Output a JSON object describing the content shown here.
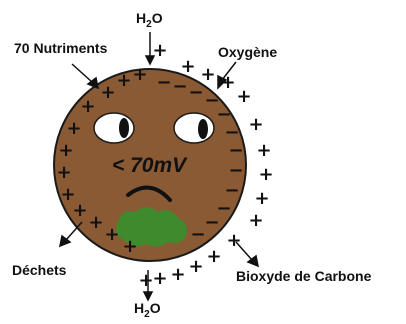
{
  "labels": {
    "nutrients": "70 Nutriments",
    "oxygen": "Oxygène",
    "waste": "Déchets",
    "co2": "Bioxyde de Carbone",
    "water_top_main": "H",
    "water_top_sub": "2",
    "water_top_end": "O",
    "water_bottom_main": "H",
    "water_bottom_sub": "2",
    "water_bottom_end": "O",
    "voltage": "< 70mV"
  },
  "colors": {
    "cell": "#8a5a35",
    "cell_outline": "#1a1a1a",
    "stain": "#3f8a2c",
    "text": "#111111"
  },
  "icons": [
    "arrow-icon",
    "plus-sign-icon",
    "minus-sign-icon",
    "eye-icon",
    "frown-mouth-icon"
  ]
}
